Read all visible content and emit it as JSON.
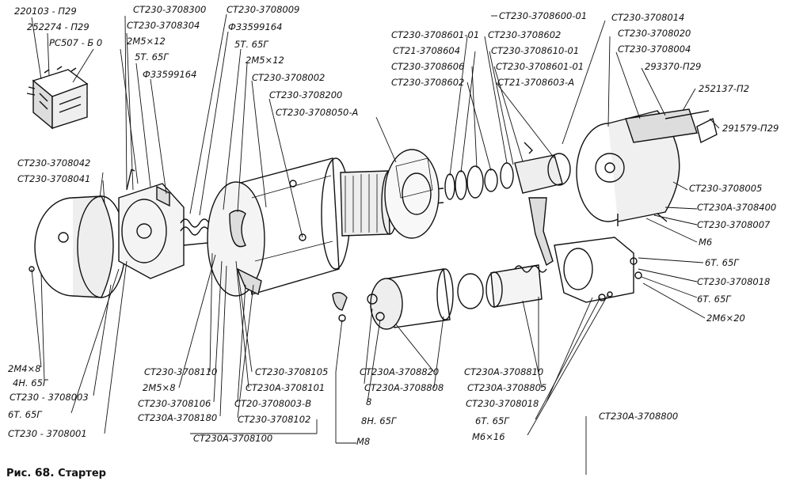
{
  "caption": {
    "prefix": "Рис.",
    "number": "68.",
    "title": "Стартер"
  },
  "labels": [
    {
      "id": "l01",
      "text": "220103 - П29"
    },
    {
      "id": "l02",
      "text": "252274 - П29"
    },
    {
      "id": "l03",
      "text": "РС507 - Б 0"
    },
    {
      "id": "l04",
      "text": "СТ230-3708300"
    },
    {
      "id": "l05",
      "text": "СТ230-3708304"
    },
    {
      "id": "l06",
      "text": "2М5×12"
    },
    {
      "id": "l07",
      "text": "5Т. 65Г"
    },
    {
      "id": "l08",
      "text": "Ф33599164"
    },
    {
      "id": "l09",
      "text": "СТ230-3708009"
    },
    {
      "id": "l10",
      "text": "Ф33599164"
    },
    {
      "id": "l11",
      "text": "5Т. 65Г"
    },
    {
      "id": "l12",
      "text": "2М5×12"
    },
    {
      "id": "l13",
      "text": "СТ230-3708002"
    },
    {
      "id": "l14",
      "text": "СТ230-3708200"
    },
    {
      "id": "l15",
      "text": "СТ230-3708050-А"
    },
    {
      "id": "l16",
      "text": "СТ230-3708600-01"
    },
    {
      "id": "l17",
      "text": "СТ230-3708601-01"
    },
    {
      "id": "l18",
      "text": "СТ230-3708602"
    },
    {
      "id": "l19",
      "text": "СТ21-3708604"
    },
    {
      "id": "l20",
      "text": "СТ230-3708610-01"
    },
    {
      "id": "l21",
      "text": "СТ230-3708606"
    },
    {
      "id": "l22",
      "text": "СТ230-3708601-01"
    },
    {
      "id": "l23",
      "text": "СТ230-3708602"
    },
    {
      "id": "l24",
      "text": "СТ21-3708603-А"
    },
    {
      "id": "l25",
      "text": "СТ230-3708014"
    },
    {
      "id": "l26",
      "text": "СТ230-3708020"
    },
    {
      "id": "l27",
      "text": "СТ230-3708004"
    },
    {
      "id": "l28",
      "text": "293370-П29"
    },
    {
      "id": "l29",
      "text": "252137-П2"
    },
    {
      "id": "l30",
      "text": "291579-П29"
    },
    {
      "id": "l31",
      "text": "СТ230-3708042"
    },
    {
      "id": "l32",
      "text": "СТ230-3708041"
    },
    {
      "id": "l33",
      "text": "СТ230-3708005"
    },
    {
      "id": "l34",
      "text": "СТ230А-3708400"
    },
    {
      "id": "l35",
      "text": "СТ230-3708007"
    },
    {
      "id": "l36",
      "text": "М6"
    },
    {
      "id": "l37",
      "text": "6Т. 65Г"
    },
    {
      "id": "l38",
      "text": "СТ230-3708018"
    },
    {
      "id": "l39",
      "text": "6Т. 65Г"
    },
    {
      "id": "l40",
      "text": "2М6×20"
    },
    {
      "id": "l41",
      "text": "2М4×8"
    },
    {
      "id": "l42",
      "text": "4Н. 65Г"
    },
    {
      "id": "l43",
      "text": "СТ230 - 3708003"
    },
    {
      "id": "l44",
      "text": "6Т. 65Г"
    },
    {
      "id": "l45",
      "text": "СТ230 - 3708001"
    },
    {
      "id": "l46",
      "text": "СТ230-3708110"
    },
    {
      "id": "l47",
      "text": "2М5×8"
    },
    {
      "id": "l48",
      "text": "СТ230-3708106"
    },
    {
      "id": "l49",
      "text": "СТ230А-3708180"
    },
    {
      "id": "l50",
      "text": "СТ230А-3708100"
    },
    {
      "id": "l51",
      "text": "СТ230-3708105"
    },
    {
      "id": "l52",
      "text": "СТ230А-3708101"
    },
    {
      "id": "l53",
      "text": "СТ20-3708003-В"
    },
    {
      "id": "l54",
      "text": "СТ230-3708102"
    },
    {
      "id": "l55",
      "text": "СТ230А-3708820"
    },
    {
      "id": "l56",
      "text": "СТ230А-3708808"
    },
    {
      "id": "l57",
      "text": "8"
    },
    {
      "id": "l58",
      "text": "8Н. 65Г"
    },
    {
      "id": "l59",
      "text": "М8"
    },
    {
      "id": "l60",
      "text": "СТ230А-3708810"
    },
    {
      "id": "l61",
      "text": "СТ230А-3708805"
    },
    {
      "id": "l62",
      "text": "СТ230-3708018"
    },
    {
      "id": "l63",
      "text": "6Т. 65Г"
    },
    {
      "id": "l64",
      "text": "М6×16"
    },
    {
      "id": "l65",
      "text": "СТ230А-3708800"
    }
  ]
}
